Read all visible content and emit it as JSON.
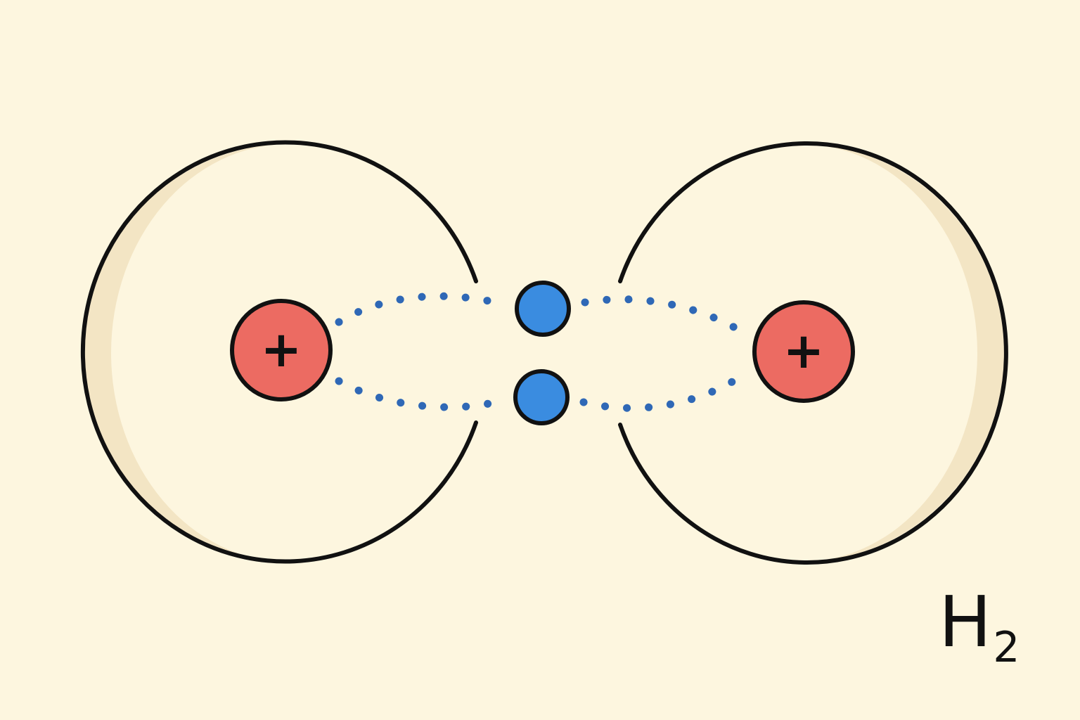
{
  "diagram": {
    "formula": {
      "element": "H",
      "subscript": "2"
    },
    "nucleus_sign": "+",
    "colors": {
      "background": "#fdf6df",
      "shell_shadow": "#f3e5c4",
      "outline": "#111111",
      "proton": "#ec6b62",
      "electron": "#3a8ce0",
      "dots": "#2f68b6"
    },
    "atoms": [
      "hydrogen",
      "hydrogen"
    ],
    "shared_electron_pair": 2
  }
}
